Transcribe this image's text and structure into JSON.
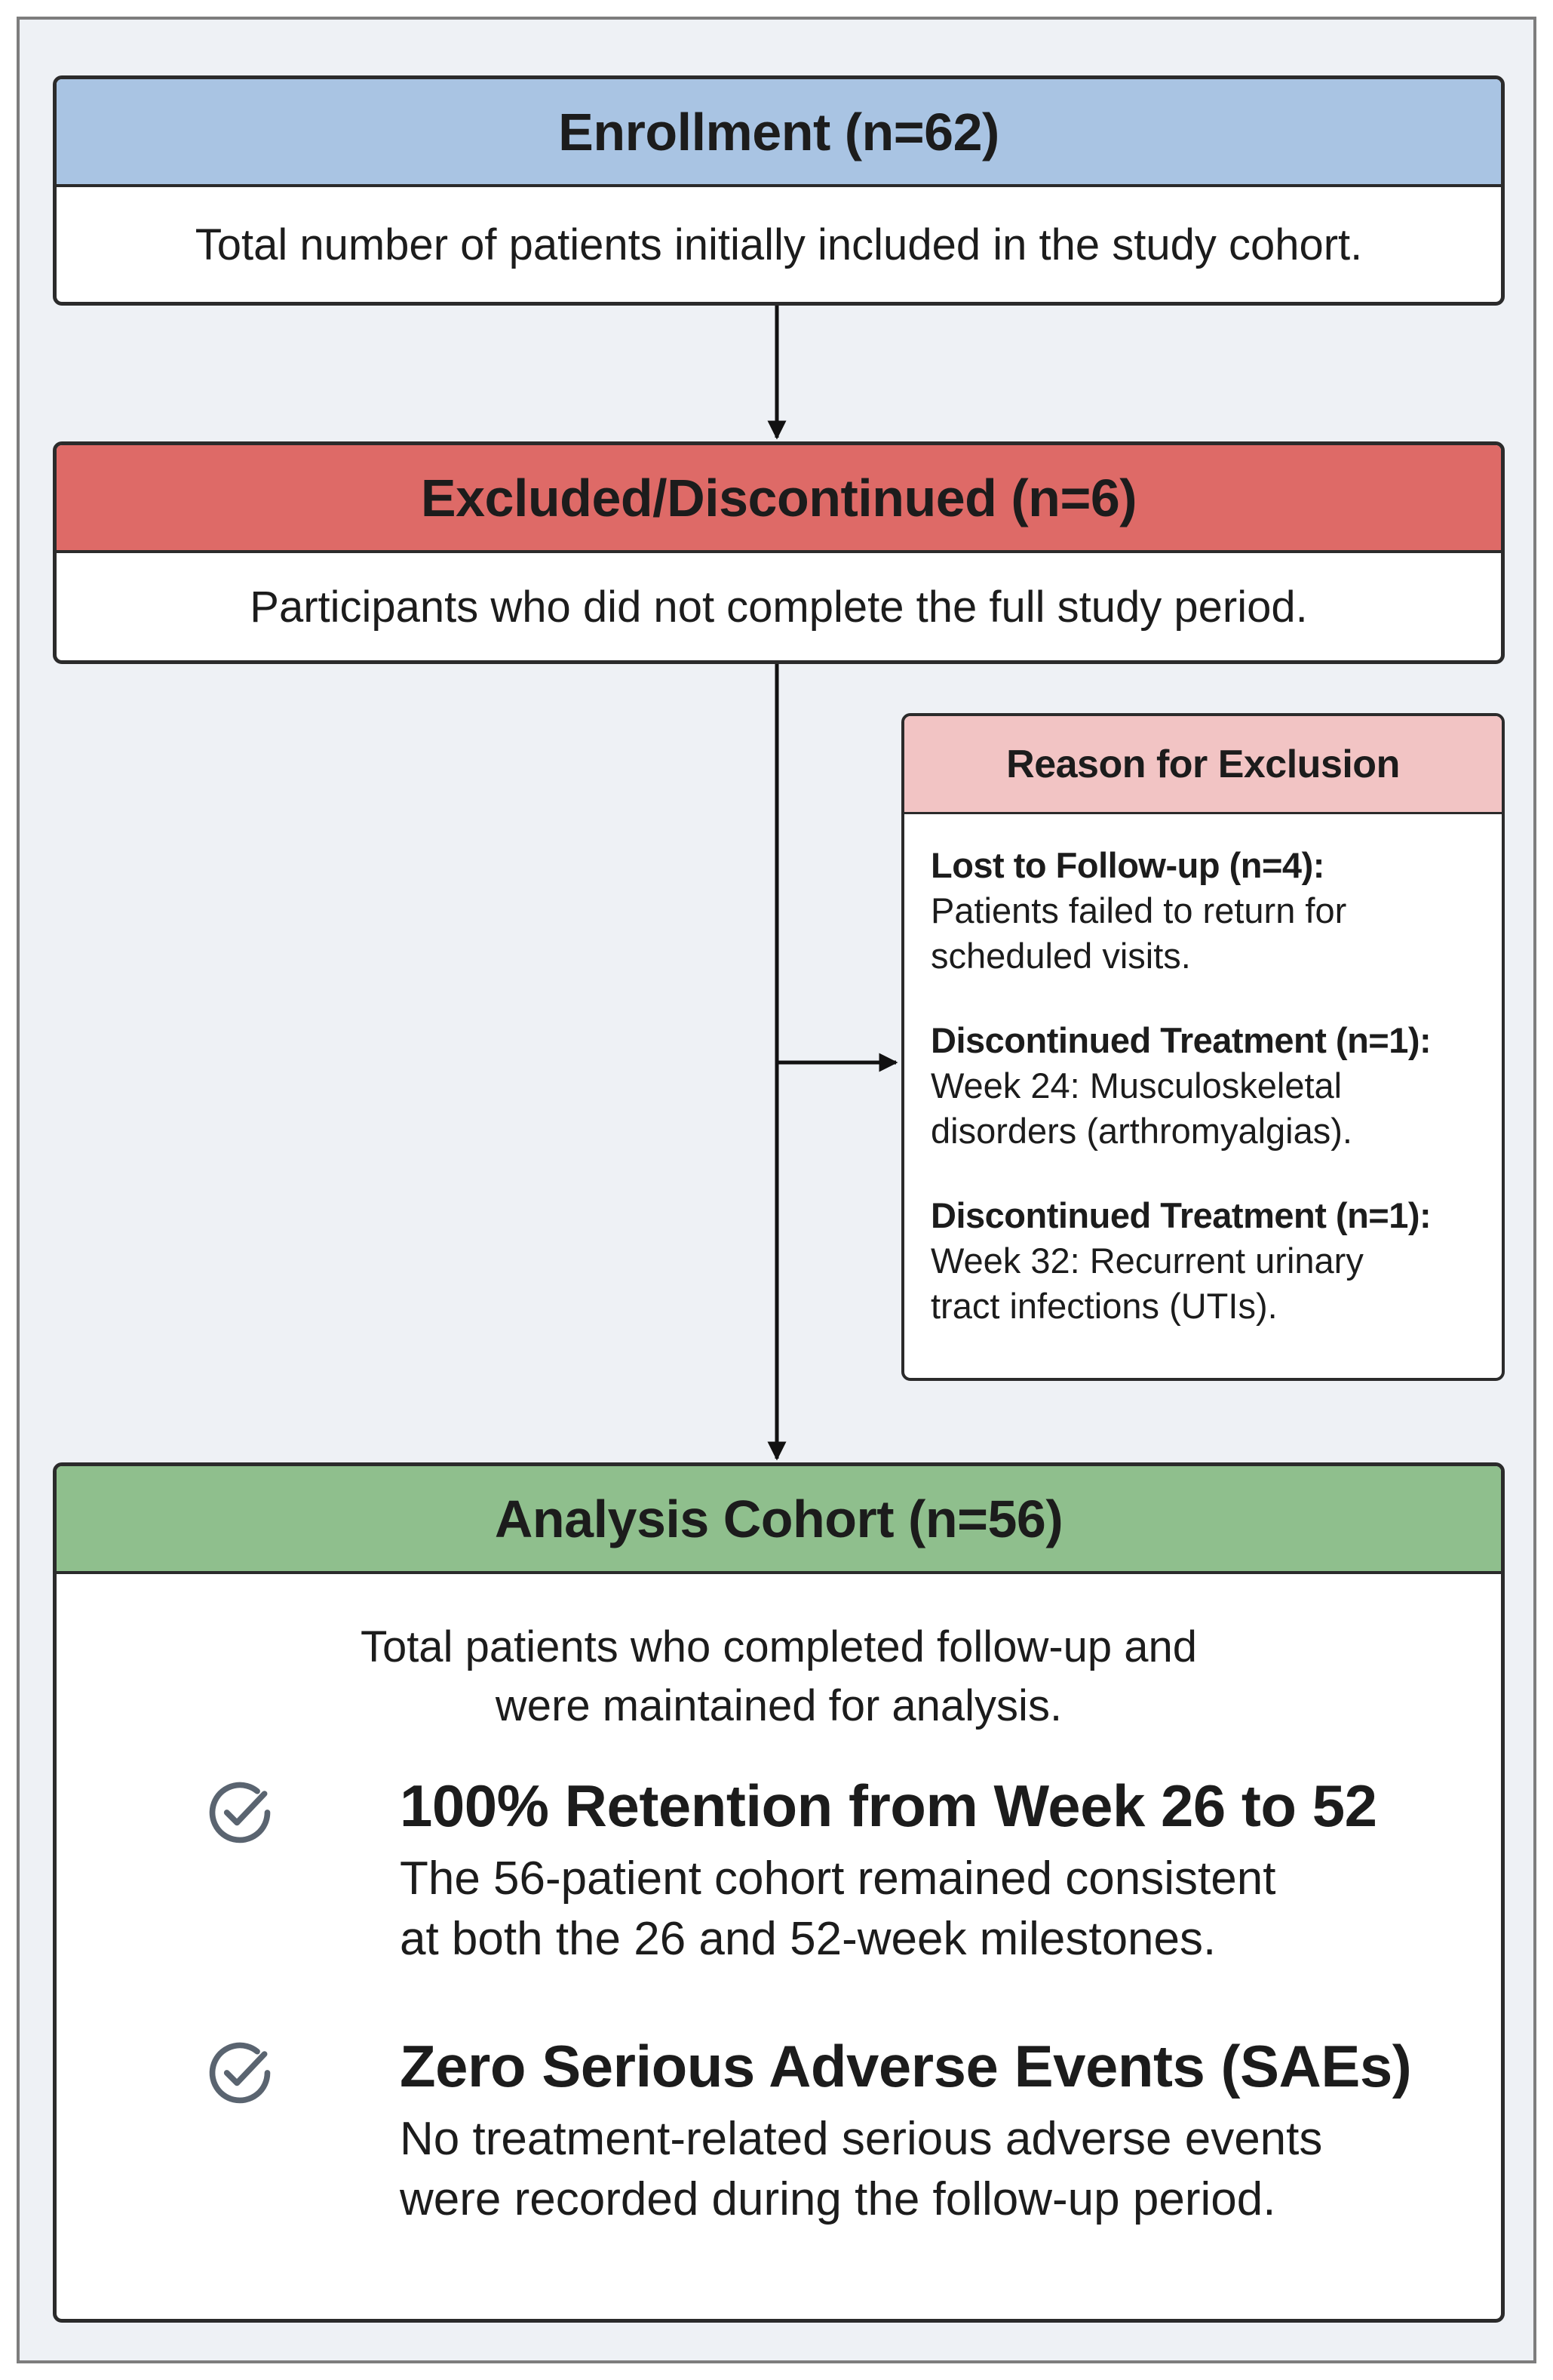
{
  "enrollment": {
    "title": "Enrollment (n=62)",
    "description": "Total number of patients initially included in the study cohort."
  },
  "excluded": {
    "title": "Excluded/Discontinued (n=6)",
    "description": "Participants who did not complete the full study period."
  },
  "reasons": {
    "title": "Reason for Exclusion",
    "items": [
      {
        "title": "Lost to Follow-up (n=4):",
        "detail": "Patients failed to return for\nscheduled visits."
      },
      {
        "title": "Discontinued Treatment (n=1):",
        "detail": "Week 24: Musculoskeletal\ndisorders (arthromyalgias)."
      },
      {
        "title": "Discontinued Treatment (n=1):",
        "detail": "Week 32: Recurrent urinary\ntract infections (UTIs)."
      }
    ]
  },
  "analysis": {
    "title": "Analysis Cohort (n=56)",
    "description": "Total patients who completed follow-up and\nwere maintained for analysis.",
    "highlights": [
      {
        "icon": "check-circle-icon",
        "title": "100% Retention from Week 26 to 52",
        "detail": "The 56-patient cohort remained consistent\nat both the 26 and 52-week milestones."
      },
      {
        "icon": "check-circle-icon",
        "title": "Zero Serious Adverse Events (SAEs)",
        "detail": "No treatment-related serious adverse events\nwere recorded during the follow-up period."
      }
    ]
  },
  "colors": {
    "enrollment_header": "#a9c4e3",
    "excluded_header": "#de6a67",
    "reason_header": "#f2c4c4",
    "analysis_header": "#8fbf8d",
    "background": "#eef1f5",
    "check_icon": "#5a6470"
  }
}
